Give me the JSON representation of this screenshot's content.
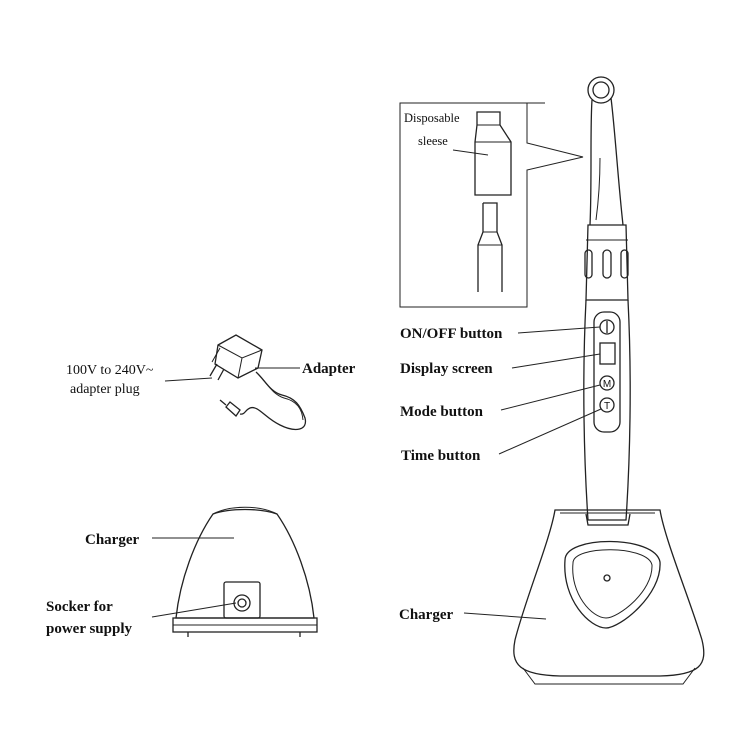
{
  "labels": {
    "disposable": "Disposable",
    "sleese": "sleese",
    "on_off_button": "ON/OFF button",
    "display_screen": "Display screen",
    "mode_button": "Mode button",
    "time_button": "Time button",
    "voltage": "100V to 240V~",
    "adapter_plug": "adapter plug",
    "adapter": "Adapter",
    "charger_left": "Charger",
    "socket_line1": "Socker for",
    "socket_line2": "power supply",
    "charger_right": "Charger"
  },
  "buttons": {
    "mode_glyph": "M",
    "time_glyph": "T"
  }
}
